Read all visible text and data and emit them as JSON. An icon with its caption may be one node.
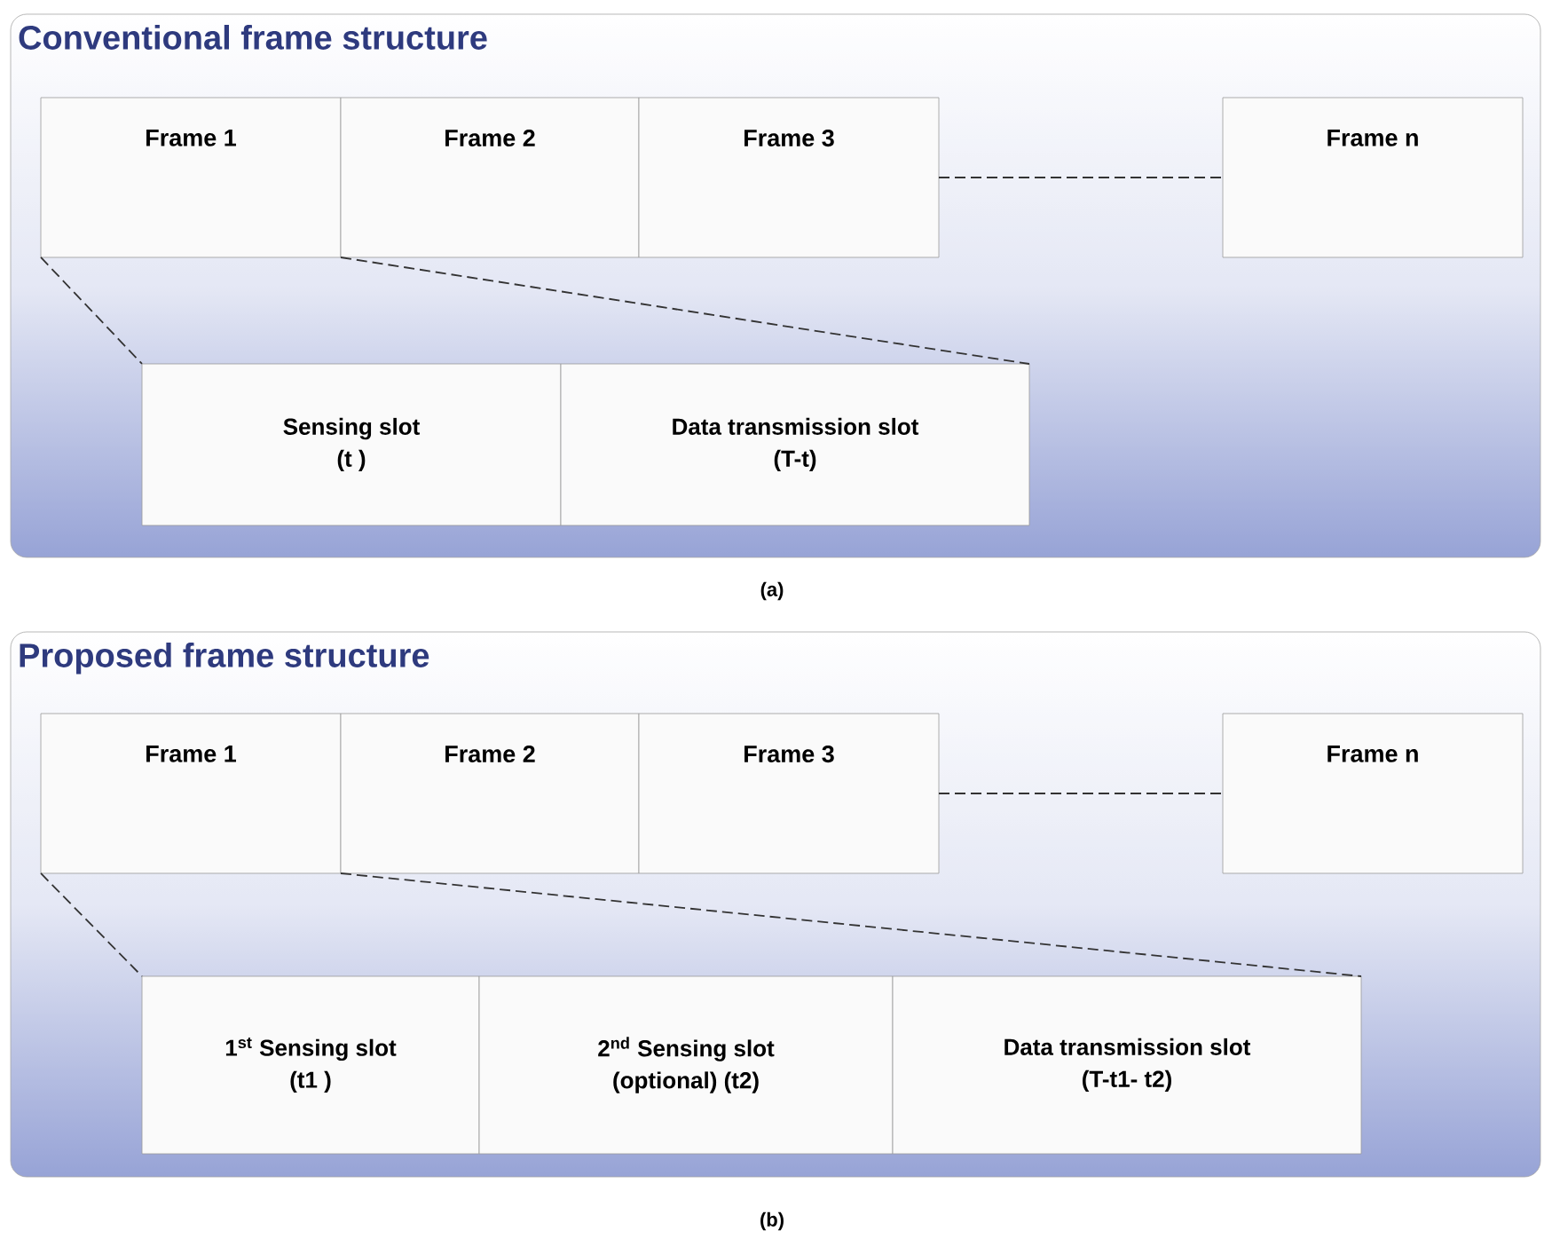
{
  "diagram": {
    "nodes": [
      {
        "text": [
          "Conventional frame structure"
        ]
      },
      {
        "text": [
          "Frame 1"
        ],
        "in": 0
      },
      {
        "text": [
          "Frame 2"
        ],
        "in": 0
      },
      {
        "text": [
          "Frame 3"
        ],
        "in": 0
      },
      {
        "text": [
          "Frame n"
        ],
        "in": 0
      },
      {
        "text": [
          "Sensing slot (t )"
        ],
        "in": 0
      },
      {
        "text": [
          "Data transmission slot (T-t)"
        ],
        "in": 0
      },
      {
        "text": [
          "Proposed frame structure"
        ]
      },
      {
        "text": [
          "Frame 1"
        ],
        "in": 7
      },
      {
        "text": [
          "Frame 2"
        ],
        "in": 7
      },
      {
        "text": [
          "Frame 3"
        ],
        "in": 7
      },
      {
        "text": [
          "Frame n"
        ],
        "in": 7
      },
      {
        "text": [
          "1$^{st}$ Sensing slot (t1 )"
        ],
        "in": 7
      },
      {
        "text": [
          "2$^{nd}$ Sensing slot (optional) (t2)"
        ],
        "in": 7
      },
      {
        "text": [
          "Data transmission slot (T-t1- t2)"
        ],
        "in": 7
      }
    ],
    "edges": [
      {
        "from": 3,
        "to": 4,
        "arrow": "none",
        "style": "dashed"
      },
      {
        "from": 1,
        "to": 5,
        "arrow": "none",
        "style": "dashed"
      },
      {
        "from": 1,
        "to": 6,
        "arrow": "none",
        "style": "dashed"
      },
      {
        "from": 10,
        "to": 11,
        "arrow": "none",
        "style": "dashed"
      },
      {
        "from": 8,
        "to": 12,
        "arrow": "none",
        "style": "dashed"
      },
      {
        "from": 8,
        "to": 14,
        "arrow": "none",
        "style": "dashed"
      }
    ],
    "labels": [
      "(a)",
      "(b)"
    ]
  }
}
